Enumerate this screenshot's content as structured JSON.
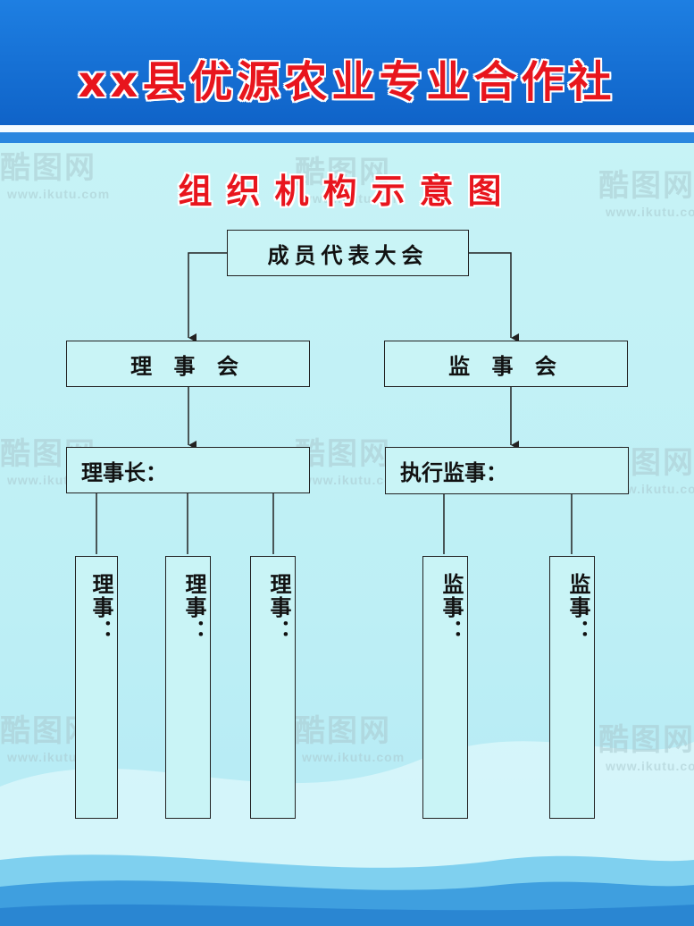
{
  "header": {
    "title": "xx县优源农业专业合作社",
    "bg_color": "#1a74db",
    "title_color": "#e8151d"
  },
  "diagram": {
    "title": "组织机构示意图",
    "nodes": {
      "assembly": "成员代表大会",
      "board": "理 事 会",
      "supervisory_board": "监 事 会",
      "chairman": "理事长：",
      "executive_supervisor": "执行监事：",
      "director_1": "理事：",
      "director_2": "理事：",
      "director_3": "理事：",
      "supervisor_1": "监事：",
      "supervisor_2": "监事："
    }
  },
  "watermark": {
    "logo": "酷图网",
    "url": "www.ikutu.com"
  }
}
